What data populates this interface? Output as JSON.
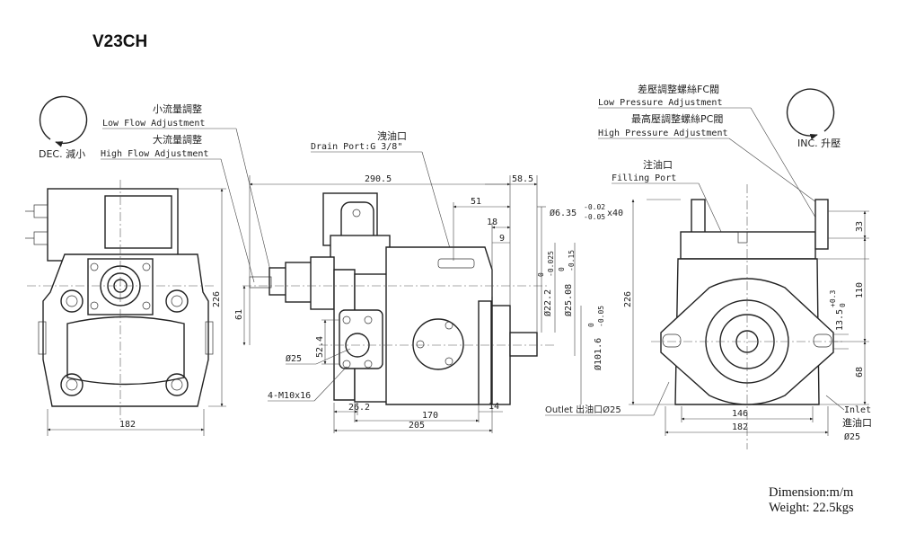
{
  "title": "V23CH",
  "footer": {
    "dimension": "Dimension:m/m",
    "weight": "Weight: 22.5kgs"
  },
  "left_view": {
    "dec": "DEC. 減小",
    "dim_width": "182",
    "dim_height": "226"
  },
  "center_view": {
    "low_flow_cn": "小流量調整",
    "low_flow_en": "Low Flow Adjustment",
    "high_flow_cn": "大流量調整",
    "high_flow_en": "High Flow Adjustment",
    "drain_cn": "洩油口",
    "drain_en": "Drain Port:G 3/8\"",
    "dims": {
      "d290": "290.5",
      "d58": "58.5",
      "d51": "51",
      "d18": "18",
      "d9": "9",
      "key": "Ø6.35",
      "key_tol_hi": "-0.02",
      "key_tol_lo": "-0.05",
      "key_len": "x40",
      "shaft22": "Ø22.2",
      "shaft22_tol_hi": "0",
      "shaft22_tol_lo": "-0.025",
      "shaft25": "Ø25.08",
      "shaft25_tol_hi": "0",
      "shaft25_tol_lo": "-0.15",
      "pilot": "Ø101.6",
      "pilot_tol_hi": "0",
      "pilot_tol_lo": "-0.05",
      "d61": "61",
      "d52": "52.4",
      "port": "Ø25",
      "bolts": "4-M10x16",
      "d26": "26.2",
      "d170": "170",
      "d205": "205",
      "d14": "14"
    }
  },
  "right_view": {
    "diff_cn": "差壓調整螺絲FC閥",
    "low_pressure_en": "Low Pressure Adjustment",
    "max_cn": "最高壓調整螺絲PC閥",
    "high_pressure_en": "High Pressure Adjustment",
    "inc": "INC. 升壓",
    "fill_cn": "注油口",
    "fill_en": "Filling Port",
    "d226": "226",
    "d33": "33",
    "d110": "110",
    "d13": "13.5",
    "d13_tol_hi": "+0.3",
    "d13_tol_lo": "0",
    "d68": "68",
    "d146": "146",
    "d182": "182",
    "outlet": "Outlet 出油口Ø25",
    "inlet_en": "Inlet",
    "inlet_cn": "進油口",
    "inlet_size": "Ø25"
  }
}
